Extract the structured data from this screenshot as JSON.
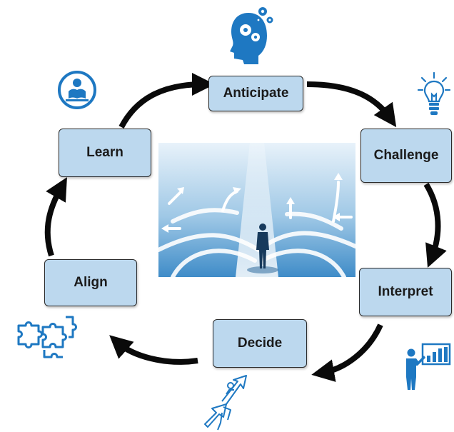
{
  "cycle": {
    "steps": [
      {
        "label": "Anticipate"
      },
      {
        "label": "Challenge"
      },
      {
        "label": "Interpret"
      },
      {
        "label": "Decide"
      },
      {
        "label": "Align"
      },
      {
        "label": "Learn"
      }
    ]
  },
  "icons": {
    "anticipate": "head-gears-icon",
    "challenge": "lightbulb-icon",
    "interpret": "presentation-chart-icon",
    "decide": "climbing-arrows-icon",
    "align": "puzzle-pieces-icon",
    "learn": "reading-person-icon"
  },
  "colors": {
    "node_fill": "#bcd8ee",
    "node_border": "#2b2b2b",
    "arrow": "#0a0a0a",
    "icon_blue": "#1e78c2",
    "photo_sky": "#9fc8e6"
  }
}
